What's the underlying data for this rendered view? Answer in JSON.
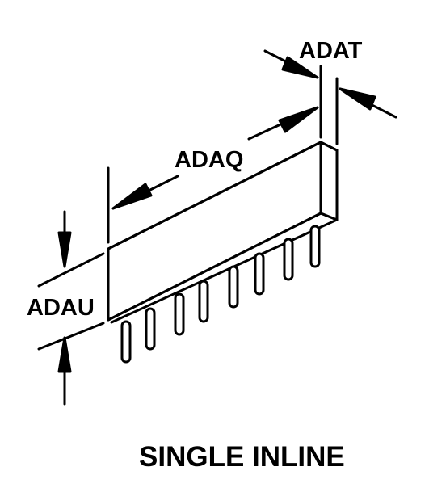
{
  "diagram": {
    "title": "SINGLE INLINE",
    "dimensions": {
      "length": "ADAQ",
      "thickness": "ADAT",
      "height": "ADAU"
    },
    "pin_count": 8
  },
  "colors": {
    "line": "#000000",
    "background": "#ffffff"
  }
}
